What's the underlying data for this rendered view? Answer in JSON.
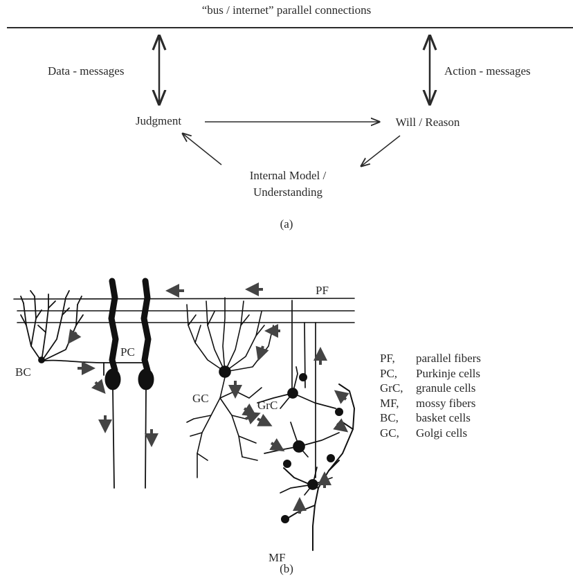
{
  "panel_a": {
    "bus_label": "“bus / internet” parallel connections",
    "data_messages": "Data - messages",
    "action_messages": "Action - messages",
    "judgment": "Judgment",
    "will_reason": "Will / Reason",
    "internal_model_line1": "Internal Model /",
    "internal_model_line2": "Understanding",
    "caption": "(a)"
  },
  "panel_b": {
    "labels": {
      "pf": "PF",
      "pc": "PC",
      "bc": "BC",
      "gc": "GC",
      "grc": "GrC",
      "mf": "MF"
    },
    "legend": [
      {
        "abbr": "PF,",
        "text": "parallel fibers"
      },
      {
        "abbr": "PC,",
        "text": "Purkinje cells"
      },
      {
        "abbr": "GrC,",
        "text": "granule cells"
      },
      {
        "abbr": "MF,",
        "text": "mossy fibers"
      },
      {
        "abbr": "BC,",
        "text": "basket cells"
      },
      {
        "abbr": "GC,",
        "text": "Golgi cells"
      }
    ],
    "caption": "(b)"
  },
  "colors": {
    "ink": "#2a2a2a",
    "arrow": "#444444"
  }
}
